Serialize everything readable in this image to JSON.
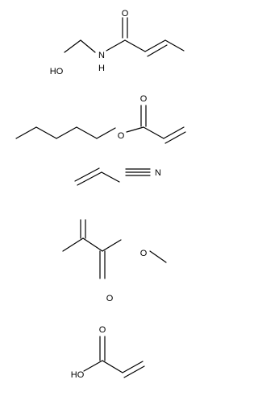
{
  "molecules": [
    {
      "atoms": [
        {
          "label": "O",
          "name": "atom-o-carbonyl"
        },
        {
          "label": "N",
          "name": "atom-n"
        },
        {
          "label": "H",
          "name": "atom-h-n"
        },
        {
          "label": "HO",
          "name": "atom-ho"
        }
      ]
    },
    {
      "atoms": [
        {
          "label": "O",
          "name": "atom-o-carbonyl"
        },
        {
          "label": "O",
          "name": "atom-o-ester"
        }
      ]
    },
    {
      "atoms": [
        {
          "label": "N",
          "name": "atom-n-nitrile"
        }
      ]
    },
    {
      "atoms": [
        {
          "label": "O",
          "name": "atom-o-ester"
        },
        {
          "label": "O",
          "name": "atom-o-carbonyl"
        }
      ]
    },
    {
      "atoms": [
        {
          "label": "O",
          "name": "atom-o-carbonyl"
        },
        {
          "label": "HO",
          "name": "atom-ho"
        }
      ]
    }
  ]
}
